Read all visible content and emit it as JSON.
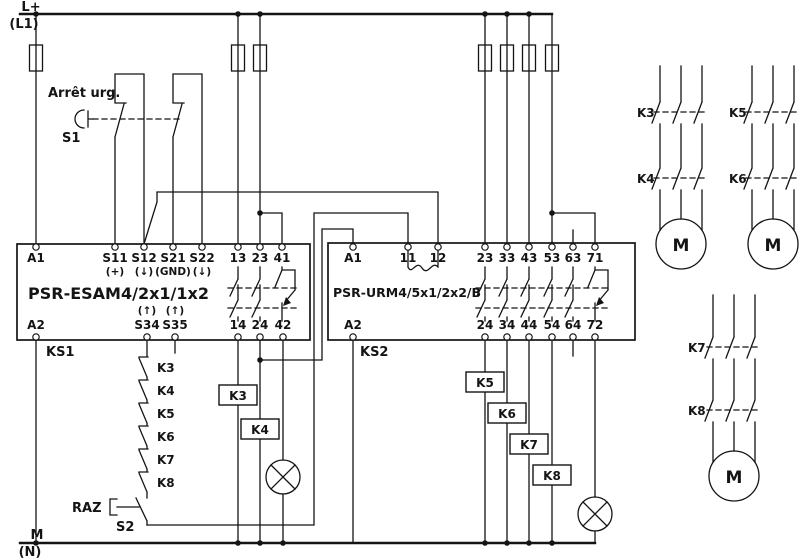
{
  "supply": {
    "top_line1": "L+",
    "top_line2": "(L1)",
    "bottom_line1": "M",
    "bottom_line2": "(N)"
  },
  "emergency_stop": {
    "label": "Arrêt urg.",
    "ref": "S1"
  },
  "reset": {
    "label": "RAZ",
    "ref": "S2"
  },
  "module1": {
    "name": "PSR-ESAM4/2x1/1x2",
    "tag": "KS1",
    "a1": "A1",
    "s11": "S11",
    "s11_sub": "(+)",
    "s12": "S12",
    "s12_sub": "(↓)",
    "s21": "S21",
    "s21_sub": "(GND)",
    "s22": "S22",
    "s22_sub": "(↓)",
    "t13": "13",
    "t23": "23",
    "t41": "41",
    "a2": "A2",
    "up_arrow": "(↑)",
    "s34": "S34",
    "s35": "S35",
    "t14": "14",
    "t24": "24",
    "t42": "42"
  },
  "module2": {
    "name": "PSR-URM4/5x1/2x2/B",
    "tag": "KS2",
    "a1": "A1",
    "t11": "11",
    "t12": "12",
    "t23": "23",
    "t33": "33",
    "t43": "43",
    "t53": "53",
    "t63": "63",
    "t71": "71",
    "a2": "A2",
    "t24": "24",
    "t34": "34",
    "t44": "44",
    "t54": "54",
    "t64": "64",
    "t72": "72"
  },
  "chain": [
    "K3",
    "K4",
    "K5",
    "K6",
    "K7",
    "K8"
  ],
  "coils": {
    "k3": "K3",
    "k4": "K4",
    "k5": "K5",
    "k6": "K6",
    "k7": "K7",
    "k8": "K8"
  },
  "power": {
    "b1_upper": "K3",
    "b1_lower": "K4",
    "b2_upper": "K5",
    "b2_lower": "K6",
    "b3_upper": "K7",
    "b3_lower": "K8",
    "motor": "M"
  }
}
